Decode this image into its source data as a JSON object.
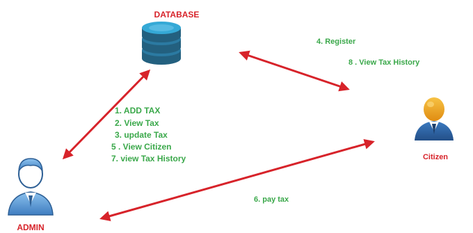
{
  "nodes": {
    "database": {
      "label": "DATABASE",
      "icon": "database-icon"
    },
    "admin": {
      "label": "ADMIN",
      "icon": "admin-user-icon"
    },
    "citizen": {
      "label": "Citizen",
      "icon": "citizen-user-icon"
    }
  },
  "edges": {
    "admin_database": {
      "actions": [
        "1. ADD TAX",
        "2. View Tax",
        "3. update Tax",
        "5 . View Citizen",
        "7. view Tax History"
      ]
    },
    "citizen_database": {
      "actions": [
        "4. Register",
        "8 . View Tax History"
      ]
    },
    "admin_citizen": {
      "actions": [
        "6. pay tax"
      ]
    }
  },
  "colors": {
    "arrow": "#d7232a",
    "title_text": "#d7232a",
    "action_text": "#3aa84a",
    "database_body": "#2a6c8e",
    "database_top": "#31a6d2",
    "admin_figure": "#4f8fcf",
    "citizen_figure": "#2f6bb0",
    "citizen_head": "#f2a21d"
  }
}
